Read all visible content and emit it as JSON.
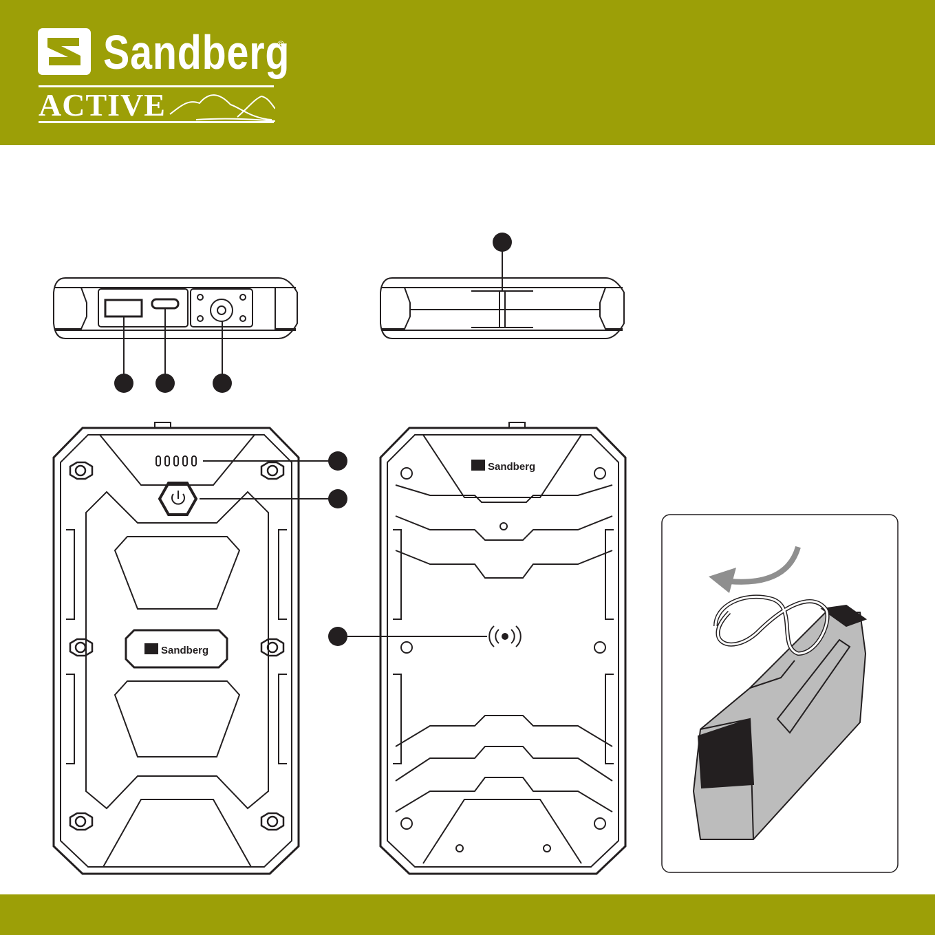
{
  "brand": {
    "name": "Sandberg",
    "registered_mark": "®",
    "subline": "ACTIVE",
    "color": "#9c9f07"
  },
  "callouts": {
    "count": 7,
    "color": "#231f20"
  },
  "device_logo_text": "Sandberg",
  "device_logo_reg": "®",
  "inset": {
    "fill_gray": "#bcbcbc",
    "dark": "#231f20"
  }
}
